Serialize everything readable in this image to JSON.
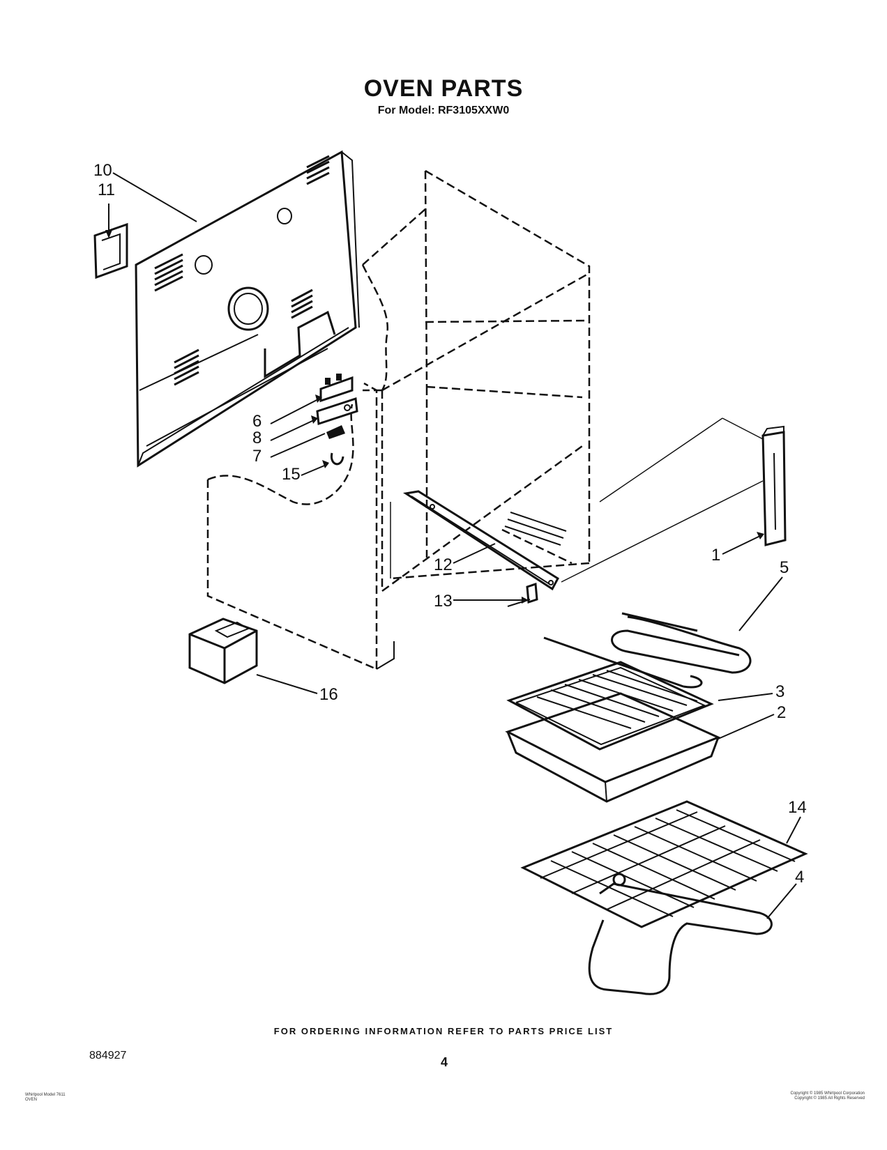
{
  "title": "OVEN PARTS",
  "subtitle": "For Model: RF3105XXW0",
  "footer_note": "FOR ORDERING INFORMATION REFER TO PARTS PRICE LIST",
  "doc_number": "884927",
  "page_number": "4",
  "fine_print_left": [
    "Whirlpool Model 7611",
    "OVEN"
  ],
  "fine_print_right": [
    "Copyright © 1985 Whirlpool Corporation",
    "Copyright © 1985 All Rights Reserved"
  ],
  "callouts": {
    "c1": "1",
    "c2": "2",
    "c3": "3",
    "c4": "4",
    "c5": "5",
    "c6": "6",
    "c7": "7",
    "c8": "8",
    "c10": "10",
    "c11": "11",
    "c12": "12",
    "c13": "13",
    "c14": "14",
    "c15": "15",
    "c16": "16"
  }
}
